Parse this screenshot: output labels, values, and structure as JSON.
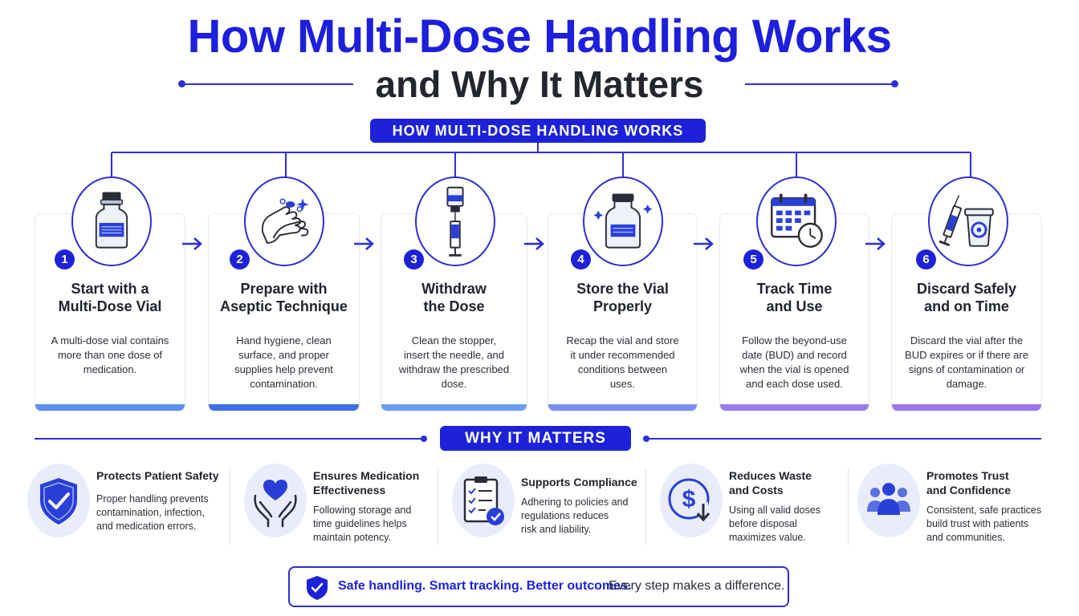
{
  "title": "How Multi-Dose Handling Works",
  "subtitle": "and Why It Matters",
  "section_how": "HOW MULTI-DOSE HANDLING WORKS",
  "section_why": "WHY IT MATTERS",
  "colors": {
    "accent": "#1d22d8",
    "title_blue": "#1d1fdc",
    "icon_bg": "#e9edfb",
    "bar_gradient": [
      "#5f8fee",
      "#3e6ee8",
      "#6a9ef0",
      "#7e8ef0",
      "#9b7cee",
      "#9c74ea"
    ]
  },
  "steps": [
    {
      "num": "1",
      "title": "Start with a\nMulti-Dose Vial",
      "desc": "A multi-dose vial contains\nmore than one dose of\nmedication.",
      "icon": "vial-icon"
    },
    {
      "num": "2",
      "title": "Prepare with\nAseptic Technique",
      "desc": "Hand hygiene, clean\nsurface, and proper\nsupplies help prevent\ncontamination.",
      "icon": "hands-washing-icon"
    },
    {
      "num": "3",
      "title": "Withdraw\nthe Dose",
      "desc": "Clean the stopper,\ninsert the needle, and\nwithdraw the prescribed\ndose.",
      "icon": "vial-syringe-icon"
    },
    {
      "num": "4",
      "title": "Store the Vial\nProperly",
      "desc": "Recap the vial and store\nit under recommended\nconditions between\nuses.",
      "icon": "stored-vial-icon"
    },
    {
      "num": "5",
      "title": "Track Time\nand Use",
      "desc": "Follow the beyond-use\ndate (BUD) and record\nwhen the vial is opened\nand each dose used.",
      "icon": "calendar-clock-icon"
    },
    {
      "num": "6",
      "title": "Discard Safely\nand on Time",
      "desc": "Discard the vial after the\nBUD expires or if there are\nsigns of contamination or\ndamage.",
      "icon": "biohazard-bin-icon"
    }
  ],
  "benefits": [
    {
      "title": "Protects Patient Safety",
      "desc": "Proper handling prevents\ncontamination, infection,\nand medication errors.",
      "icon": "shield-check-icon"
    },
    {
      "title": "Ensures Medication\nEffectiveness",
      "desc": "Following storage and\ntime guidelines helps\nmaintain potency.",
      "icon": "heart-hands-icon"
    },
    {
      "title": "Supports Compliance",
      "desc": "Adhering to policies and\nregulations reduces\nrisk and liability.",
      "icon": "checklist-icon"
    },
    {
      "title": "Reduces Waste\nand Costs",
      "desc": "Using all valid doses\nbefore disposal\nmaximizes value.",
      "icon": "dollar-down-icon"
    },
    {
      "title": "Promotes Trust\nand Confidence",
      "desc": "Consistent, safe practices\nbuild trust with patients\nand communities.",
      "icon": "people-icon"
    }
  ],
  "footer": {
    "strong": "Safe handling. Smart tracking. Better outcomes.",
    "rest": "Every step makes a difference."
  }
}
